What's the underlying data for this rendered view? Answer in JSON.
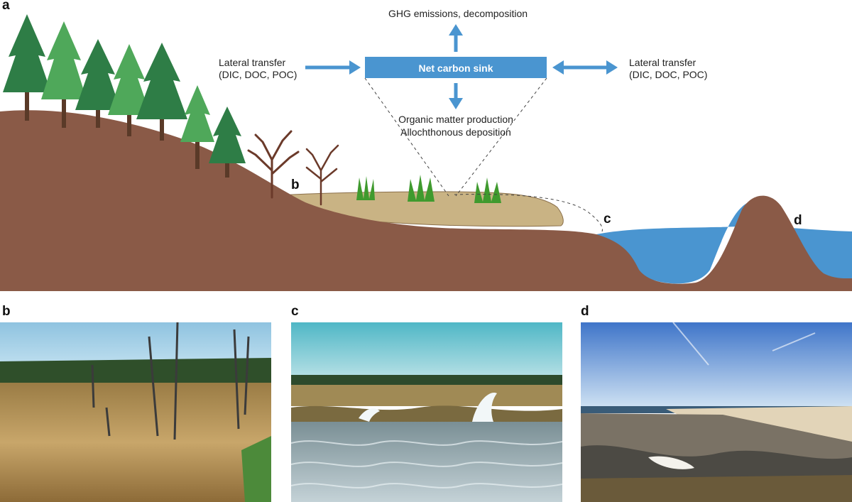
{
  "panels": {
    "a": "a",
    "b": "b",
    "c": "c",
    "d": "d"
  },
  "diagram": {
    "sink_label": "Net carbon sink",
    "ghg_label": "GHG emissions, decomposition",
    "lateral_left": [
      "Lateral transfer",
      "(DIC, DOC, POC)"
    ],
    "lateral_right": [
      "Lateral transfer",
      "(DIC, DOC, POC)"
    ],
    "production": [
      "Organic matter production",
      "Allochthonous deposition"
    ],
    "marker_b": "b",
    "marker_c": "c",
    "marker_d": "d"
  },
  "colors": {
    "soil": "#8a5a47",
    "sediment": "#c9b384",
    "water": "#4a95d0",
    "arrow": "#4a95d0",
    "sink_box": "#4a95d0",
    "forest_dark": "#2e7d46",
    "forest_light": "#4fa85a",
    "dead_tree": "#6b3a2a",
    "grass": "#3f9a2e"
  },
  "photos": [
    {
      "panel": "b",
      "description_icon": "marsh-ghost-forest-photo"
    },
    {
      "panel": "c",
      "description_icon": "eroding-marsh-edge-photo"
    },
    {
      "panel": "d",
      "description_icon": "relict-marsh-beach-photo"
    }
  ]
}
